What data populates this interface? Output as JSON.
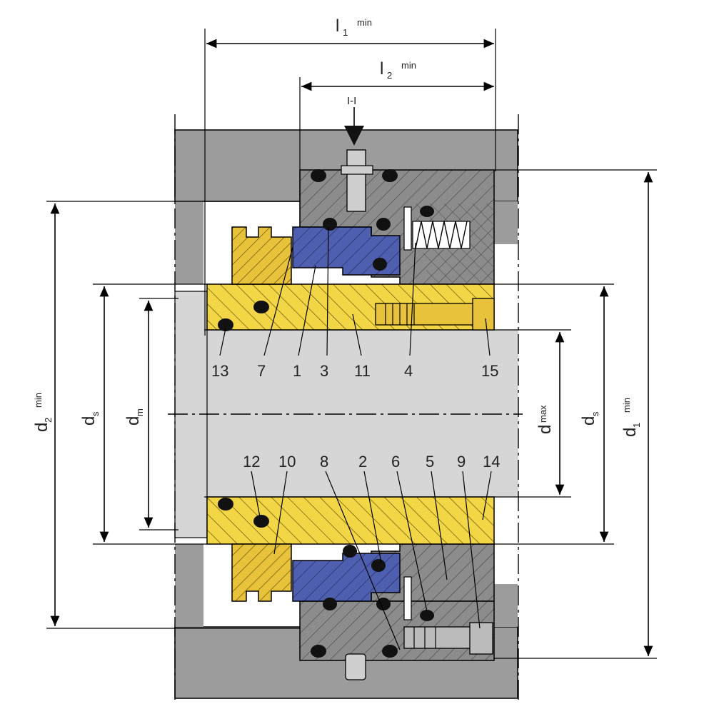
{
  "diagram": {
    "dimensions": {
      "l1": {
        "main": "l",
        "sub": "1",
        "sup": "min"
      },
      "l2": {
        "main": "l",
        "sub": "2",
        "sup": "min"
      },
      "d2": {
        "main": "d",
        "sub": "2",
        "sup": "min"
      },
      "ds_left": {
        "main": "d",
        "sub": "s"
      },
      "dm": {
        "main": "d",
        "sub": "m"
      },
      "d_max": {
        "main": "d",
        "sup": "max"
      },
      "ds_right": {
        "main": "d",
        "sub": "s"
      },
      "d1": {
        "main": "d",
        "sub": "1",
        "sup": "min"
      },
      "section": "I-I"
    },
    "callouts_top": [
      "13",
      "7",
      "1",
      "3",
      "11",
      "4",
      "15"
    ],
    "callouts_bottom": [
      "12",
      "10",
      "8",
      "2",
      "6",
      "5",
      "9",
      "14"
    ],
    "colors": {
      "housing": "#9c9c9c",
      "shaft": "#d6d6d6",
      "sleeve": "#f2d646",
      "stationary_ring": "#e7c23a",
      "rotating_ring": "#4f5fb0",
      "oring": "#111111"
    }
  }
}
